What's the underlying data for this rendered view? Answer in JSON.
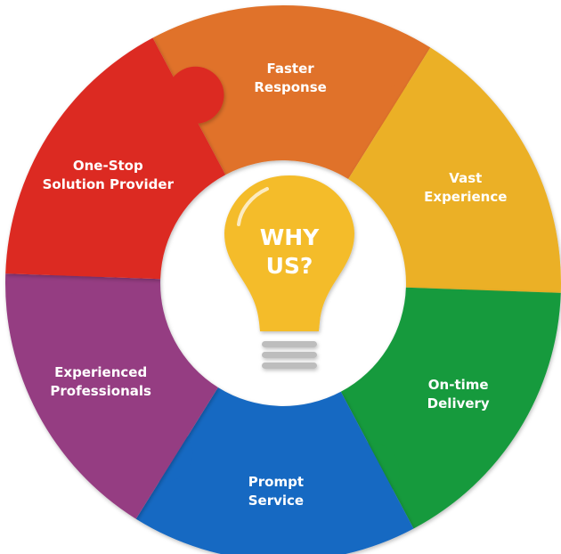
{
  "center": {
    "line1": "WHY",
    "line2": "US?"
  },
  "segments": [
    {
      "id": "faster-response",
      "lines": [
        "Faster",
        "Response"
      ],
      "color": "#E0722A"
    },
    {
      "id": "vast-experience",
      "lines": [
        "Vast",
        "Experience"
      ],
      "color": "#EBB028"
    },
    {
      "id": "on-time-delivery",
      "lines": [
        "On-time",
        "Delivery"
      ],
      "color": "#149A3C"
    },
    {
      "id": "prompt-service",
      "lines": [
        "Prompt",
        "Service"
      ],
      "color": "#1669C2"
    },
    {
      "id": "experienced-professionals",
      "lines": [
        "Experienced",
        "Professionals"
      ],
      "color": "#953E82"
    },
    {
      "id": "one-stop-solution-provider",
      "lines": [
        "One-Stop",
        "Solution Provider"
      ],
      "color": "#DC2A22"
    }
  ],
  "colors": {
    "bulb": "#F4BC2C",
    "bulb_base": "#BDBDBD",
    "background": "#FFFFFF"
  }
}
